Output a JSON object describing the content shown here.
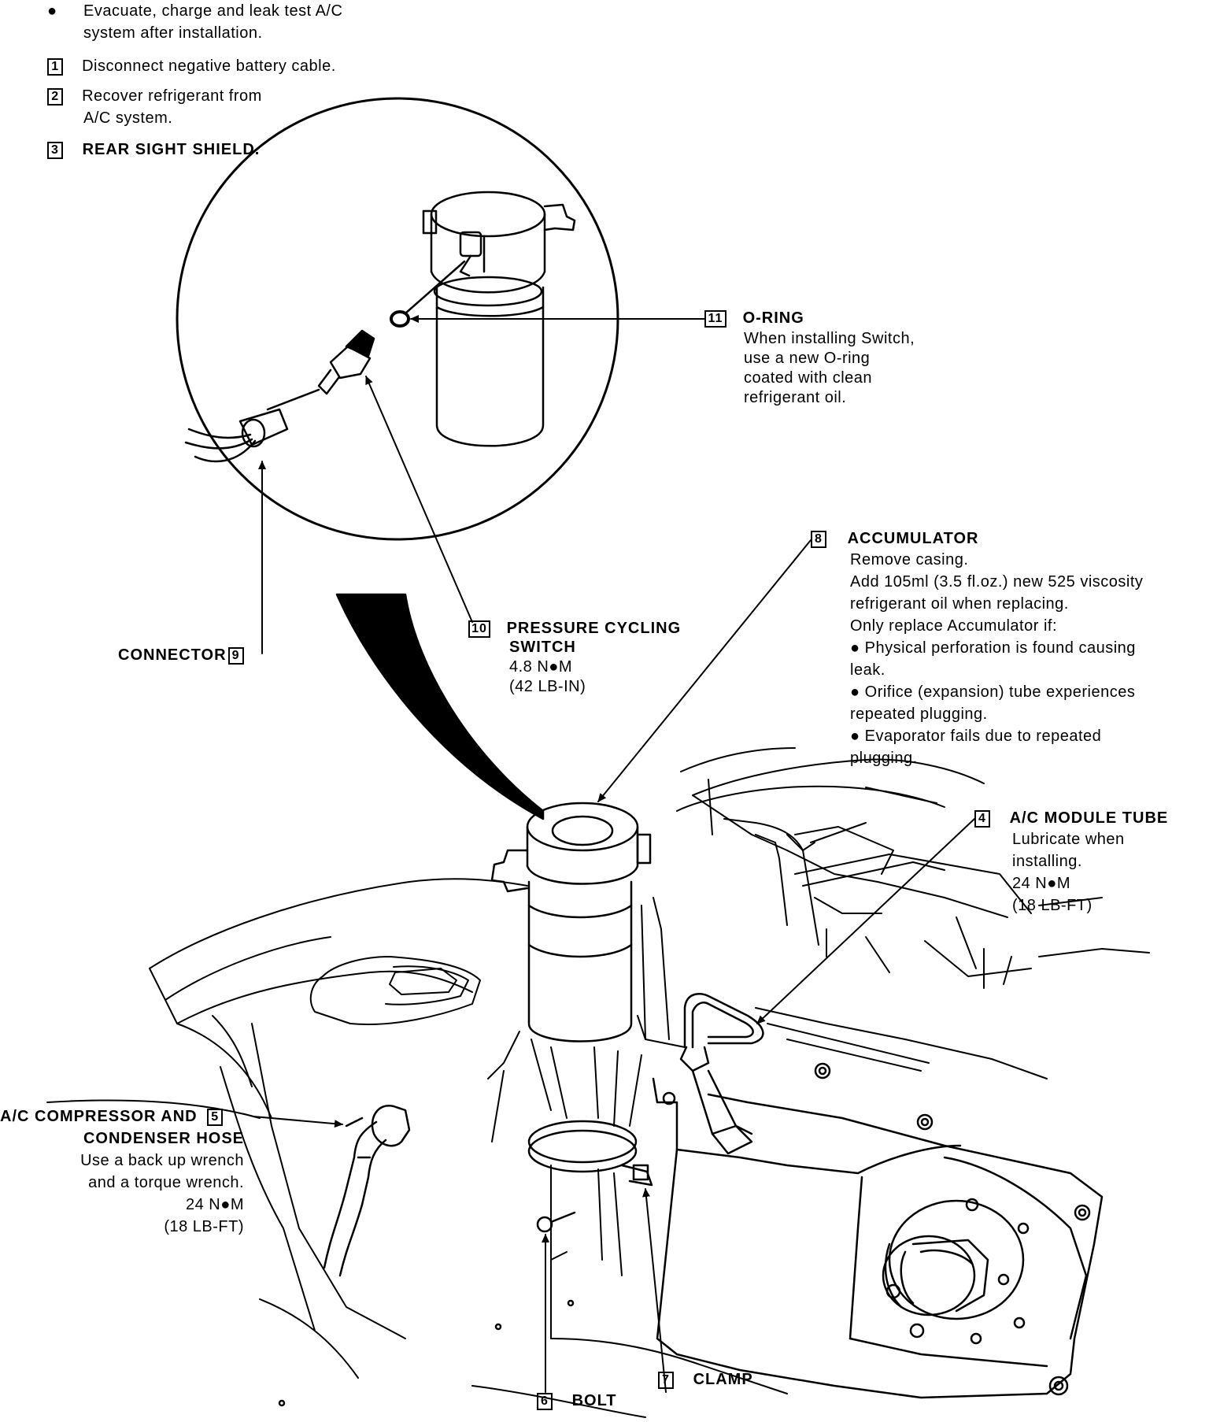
{
  "steps": [
    {
      "bullet": "●",
      "line1": "Evacuate, charge and leak test A/C",
      "line2": "system after installation."
    },
    {
      "num": "1",
      "line1": "Disconnect negative battery cable."
    },
    {
      "num": "2",
      "line1": "Recover refrigerant from",
      "line2": "A/C system."
    },
    {
      "num": "3",
      "line1": "REAR SIGHT SHIELD."
    }
  ],
  "callouts": {
    "oring": {
      "num": "11",
      "title": "O-RING",
      "desc": [
        "When installing Switch,",
        "use a new O-ring",
        "coated with clean",
        "refrigerant oil."
      ]
    },
    "accumulator": {
      "num": "8",
      "title": "ACCUMULATOR",
      "desc": [
        "Remove casing.",
        "Add 105ml (3.5 fl.oz.) new 525 viscosity",
        "refrigerant oil when replacing.",
        "Only replace Accumulator if:",
        "● Physical perforation is found causing",
        "leak.",
        "● Orifice (expansion) tube experiences",
        "repeated plugging.",
        "● Evaporator fails due to repeated",
        "plugging."
      ]
    },
    "switch": {
      "num": "10",
      "title1": "PRESSURE CYCLING",
      "title2": "SWITCH",
      "torque": "4.8 N●M",
      "torque_alt": "(42 LB-IN)"
    },
    "connector": {
      "num": "9",
      "title": "CONNECTOR"
    },
    "module_tube": {
      "num": "4",
      "title": "A/C MODULE TUBE",
      "desc": [
        "Lubricate when",
        "installing.",
        "24 N●M",
        "(18 LB-FT)"
      ]
    },
    "hose": {
      "num": "5",
      "title1": "A/C COMPRESSOR AND",
      "title2": "CONDENSER HOSE",
      "desc": [
        "Use a back up wrench",
        "and a torque wrench.",
        "24 N●M",
        "(18 LB-FT)"
      ]
    },
    "bolt": {
      "num": "6",
      "title": "BOLT"
    },
    "clamp": {
      "num": "7",
      "title": "CLAMP"
    }
  }
}
